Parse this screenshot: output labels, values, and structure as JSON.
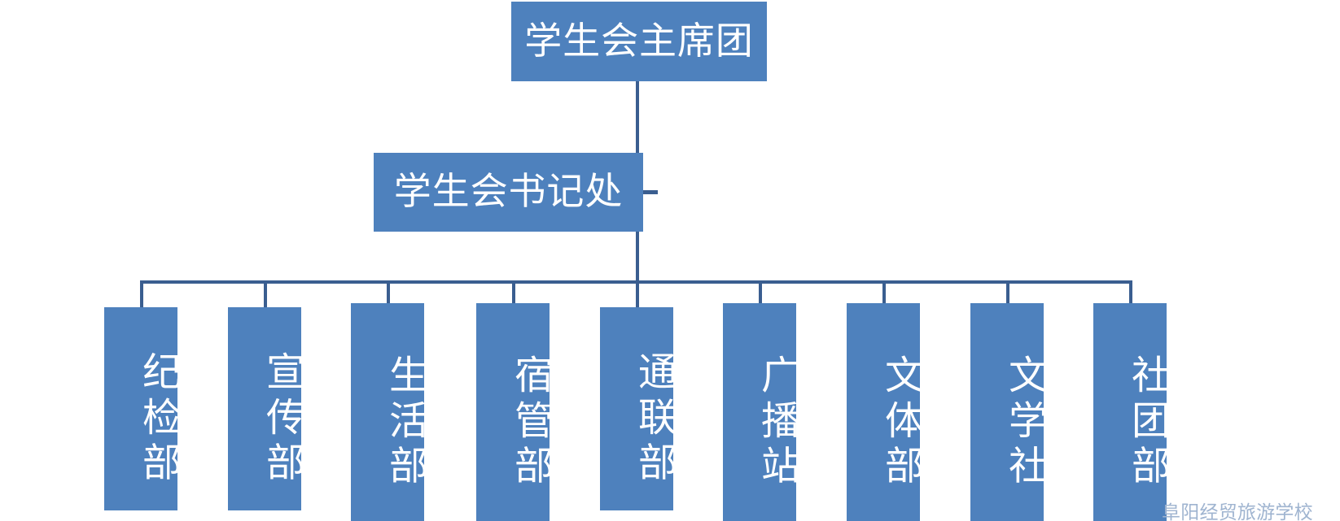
{
  "chart_data": {
    "type": "diagram",
    "diagram_kind": "organization-chart",
    "title": "",
    "orientation": "top-down",
    "box_fill_color": "#4E81BD",
    "box_text_color": "#FFFFFF",
    "connector_color": "#3A5E90",
    "background_color": "#FFFFFF",
    "levels": [
      {
        "level": 1,
        "labels": [
          "学生会主席团"
        ]
      },
      {
        "level": 2,
        "labels": [
          "学生会书记处"
        ]
      },
      {
        "level": 3,
        "labels": [
          "纪检部",
          "宣传部",
          "生活部",
          "宿管部",
          "通联部",
          "广播站",
          "文体部",
          "文学社",
          "社团部"
        ]
      }
    ],
    "edges": [
      {
        "from": "学生会主席团",
        "to": "学生会书记处"
      },
      {
        "from": "学生会书记处",
        "to": "纪检部"
      },
      {
        "from": "学生会书记处",
        "to": "宣传部"
      },
      {
        "from": "学生会书记处",
        "to": "生活部"
      },
      {
        "from": "学生会书记处",
        "to": "宿管部"
      },
      {
        "from": "学生会书记处",
        "to": "通联部"
      },
      {
        "from": "学生会书记处",
        "to": "广播站"
      },
      {
        "from": "学生会书记处",
        "to": "文体部"
      },
      {
        "from": "学生会书记处",
        "to": "文学社"
      },
      {
        "from": "学生会书记处",
        "to": "社团部"
      }
    ]
  },
  "nodes": {
    "presidium": {
      "label": "学生会主席团"
    },
    "secretariat": {
      "label": "学生会书记处"
    }
  },
  "departments": [
    {
      "label": "纪检部"
    },
    {
      "label": "宣传部"
    },
    {
      "label": "生活部"
    },
    {
      "label": "宿管部"
    },
    {
      "label": "通联部"
    },
    {
      "label": "广播站"
    },
    {
      "label": "文体部"
    },
    {
      "label": "文学社"
    },
    {
      "label": "社团部"
    }
  ],
  "watermark": {
    "text": "阜阳经贸旅游学校"
  }
}
